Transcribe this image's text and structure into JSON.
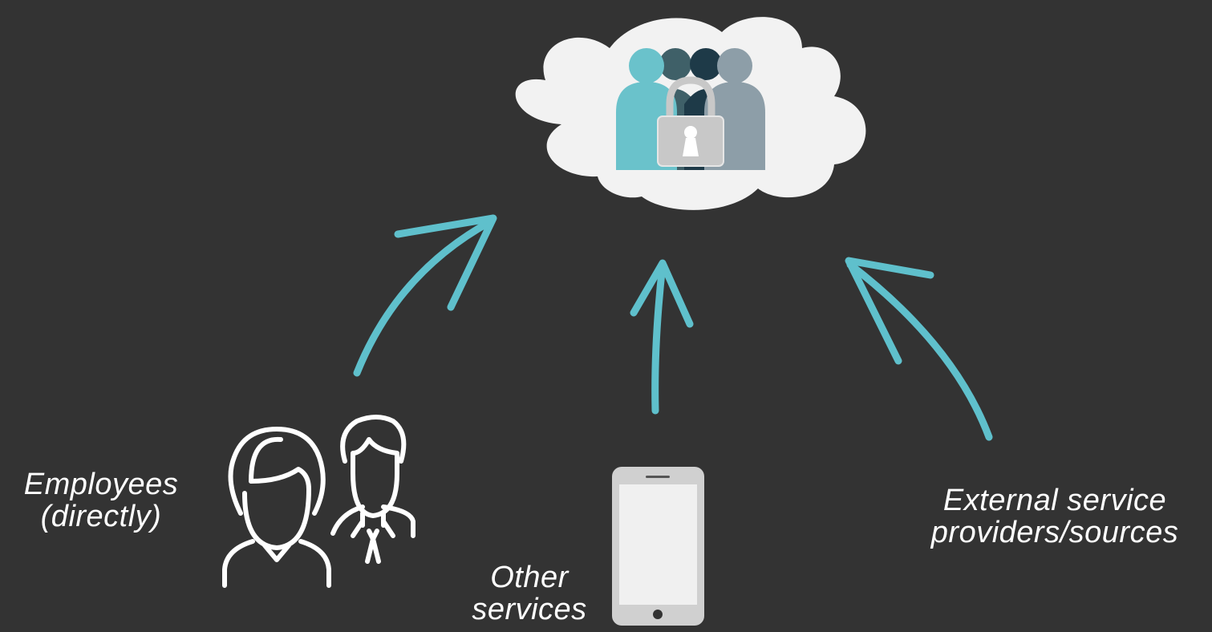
{
  "labels": {
    "employees": [
      "Employees",
      "(directly)"
    ],
    "other_services": [
      "Other",
      "services"
    ],
    "external": [
      "External service",
      "providers/sources"
    ]
  },
  "colors": {
    "background": "#333333",
    "arrow": "#5fc0cc",
    "cloud": "#f2f2f2",
    "person_teal": "#6ac2cb",
    "person_slate": "#3f6068",
    "person_navy": "#1e3a48",
    "person_grey": "#8d9ea8",
    "lock": "#c8c8c8",
    "phone_body": "#d0d0d0",
    "phone_screen": "#f0f0f0",
    "outline_icon": "#ffffff"
  },
  "icons": {
    "cloud": "cloud-icon",
    "group": "locked-group-icon",
    "employees": "employees-icon",
    "phone": "smartphone-icon"
  }
}
